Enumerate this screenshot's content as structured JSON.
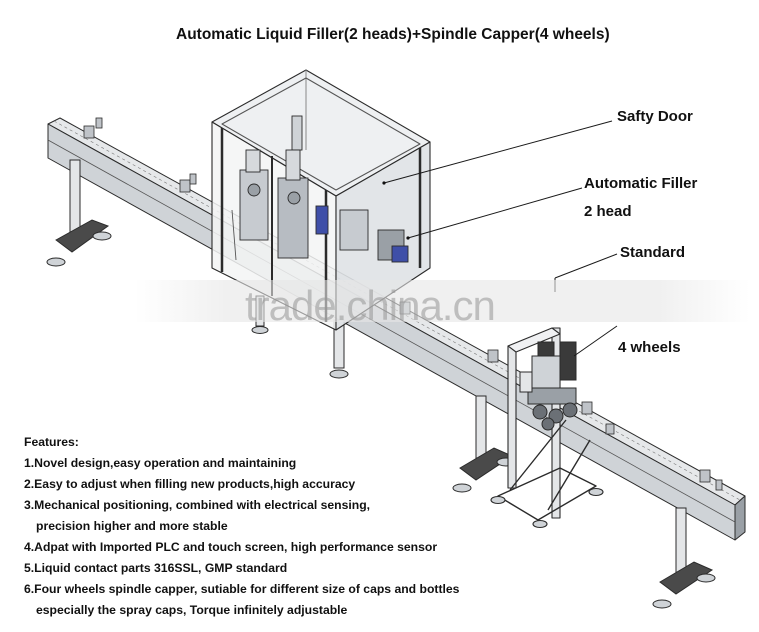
{
  "title": "Automatic Liquid Filler(2 heads)+Spindle Capper(4 wheels)",
  "callouts": {
    "safety_door": "Safty Door",
    "filler_line1": "Automatic Filler",
    "filler_line2": "2 head",
    "standard": "Standard",
    "wheels": "4 wheels"
  },
  "watermark": "trade.china.cn",
  "features": {
    "heading": "Features:",
    "items": [
      "1.Novel design,easy operation and maintaining",
      "2.Easy to adjust when filling new products,high accuracy",
      "3.Mechanical positioning, combined with electrical sensing,",
      "precision higher and more stable",
      "4.Adpat with Imported PLC and touch screen, high performance sensor",
      "5.Liquid contact parts 316SSL, GMP standard",
      "6.Four wheels spindle capper, sutiable for different size of caps and bottles",
      "especially the spray caps, Torque infinitely adjustable"
    ]
  },
  "colors": {
    "frame": "#d7dadd",
    "frame_dark": "#8f959b",
    "line": "#2b2b2b",
    "blue_part": "#3f4fa8",
    "background": "#ffffff"
  }
}
